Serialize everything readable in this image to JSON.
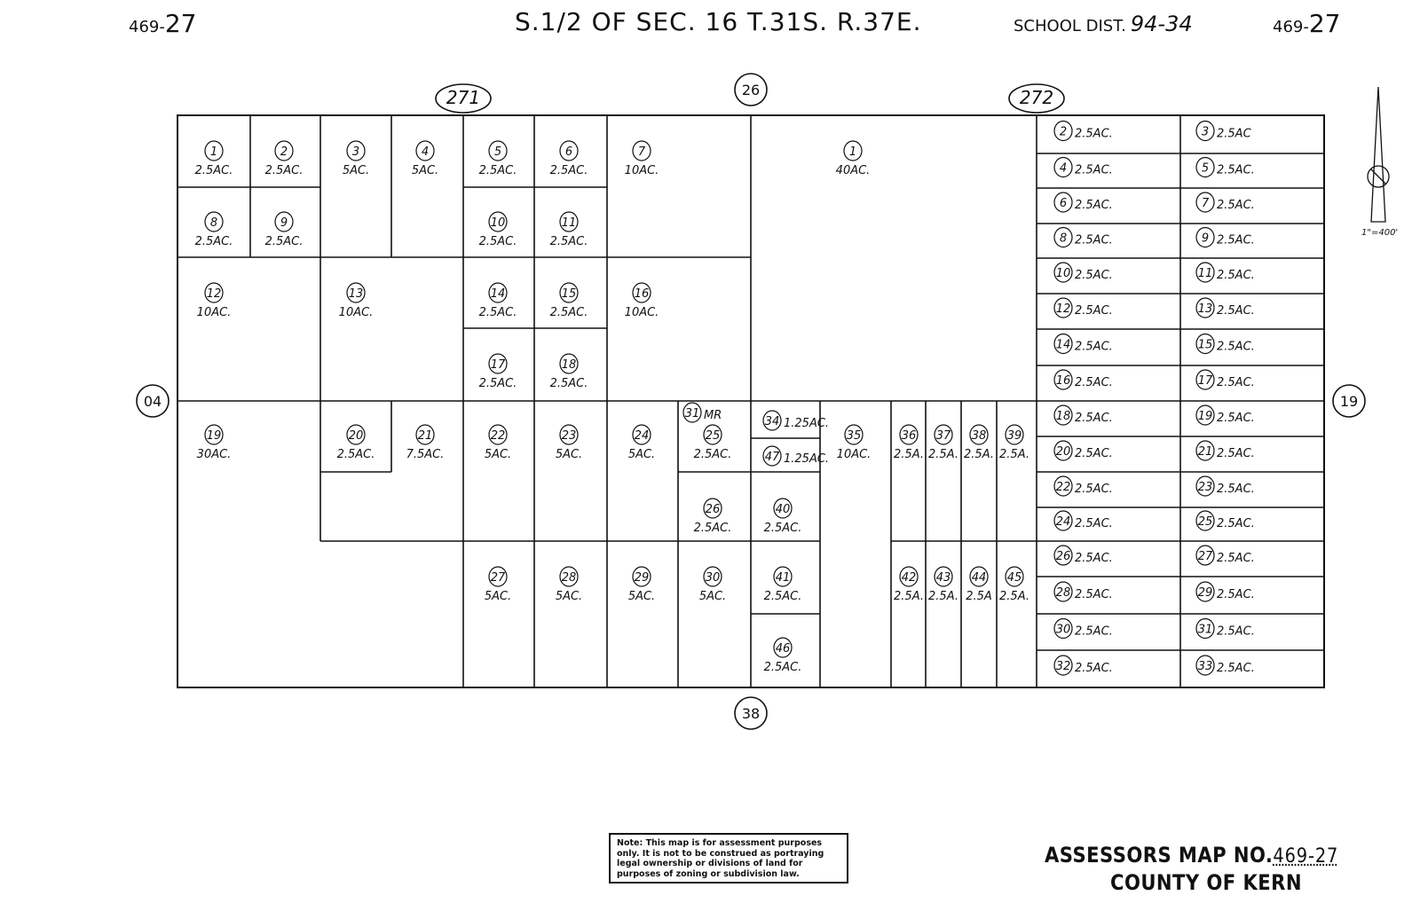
{
  "header": {
    "map_no_left_prefix": "469-",
    "map_no_left_num": "27",
    "section": "S.1/2 OF SEC. 16 T.31S. R.37E.",
    "school_dist_label": "SCHOOL DIST.",
    "school_dist_value": "94-34",
    "map_no_right_prefix": "469-",
    "map_no_right_num": "27"
  },
  "adjacent_maps": {
    "north_left": "271",
    "north_center": "26",
    "north_right": "272",
    "west": "04",
    "east": "19",
    "south": "38"
  },
  "scale": "1\"=400'",
  "note": "Note: This map is for assessment purposes only. It is not to be construed as portraying legal ownership or divisions of land for purposes of zoning or subdivision law.",
  "footer": {
    "assessors_label": "ASSESSORS MAP NO.",
    "assessors_value": "469-27",
    "county": "COUNTY OF KERN"
  },
  "parcels_271": [
    {
      "n": "1",
      "area": "2.5AC."
    },
    {
      "n": "2",
      "area": "2.5AC."
    },
    {
      "n": "3",
      "area": "5AC."
    },
    {
      "n": "4",
      "area": "5AC."
    },
    {
      "n": "5",
      "area": "2.5AC."
    },
    {
      "n": "6",
      "area": "2.5AC."
    },
    {
      "n": "7",
      "area": "10AC."
    },
    {
      "n": "8",
      "area": "2.5AC."
    },
    {
      "n": "9",
      "area": "2.5AC."
    },
    {
      "n": "10",
      "area": "2.5AC."
    },
    {
      "n": "11",
      "area": "2.5AC."
    },
    {
      "n": "12",
      "area": "10AC."
    },
    {
      "n": "13",
      "area": "10AC."
    },
    {
      "n": "14",
      "area": "2.5AC."
    },
    {
      "n": "15",
      "area": "2.5AC."
    },
    {
      "n": "16",
      "area": "10AC."
    },
    {
      "n": "17",
      "area": "2.5AC."
    },
    {
      "n": "18",
      "area": "2.5AC."
    },
    {
      "n": "19",
      "area": "30AC."
    },
    {
      "n": "20",
      "area": "2.5AC."
    },
    {
      "n": "21",
      "area": "7.5AC."
    },
    {
      "n": "22",
      "area": "5AC."
    },
    {
      "n": "23",
      "area": "5AC."
    },
    {
      "n": "24",
      "area": "5AC."
    },
    {
      "n": "25",
      "area": "2.5AC."
    },
    {
      "n": "26",
      "area": "2.5AC."
    },
    {
      "n": "27",
      "area": "5AC."
    },
    {
      "n": "28",
      "area": "5AC."
    },
    {
      "n": "29",
      "area": "5AC."
    },
    {
      "n": "30",
      "area": "5AC."
    },
    {
      "n": "31",
      "area": "MR"
    },
    {
      "n": "34",
      "area": "1.25AC."
    },
    {
      "n": "47",
      "area": "1.25AC."
    },
    {
      "n": "40",
      "area": "2.5AC."
    },
    {
      "n": "41",
      "area": "2.5AC."
    },
    {
      "n": "46",
      "area": "2.5AC."
    },
    {
      "n": "35",
      "area": "10AC."
    },
    {
      "n": "36",
      "area": "2.5A."
    },
    {
      "n": "37",
      "area": "2.5A."
    },
    {
      "n": "38",
      "area": "2.5A."
    },
    {
      "n": "39",
      "area": "2.5A."
    },
    {
      "n": "42",
      "area": "2.5A."
    },
    {
      "n": "43",
      "area": "2.5A."
    },
    {
      "n": "44",
      "area": "2.5A"
    },
    {
      "n": "45",
      "area": "2.5A."
    }
  ],
  "parcels_26": [
    {
      "n": "1",
      "area": "40AC."
    }
  ],
  "parcels_272": [
    {
      "n": "2",
      "area": "2.5AC."
    },
    {
      "n": "3",
      "area": "2.5AC"
    },
    {
      "n": "4",
      "area": "2.5AC."
    },
    {
      "n": "5",
      "area": "2.5AC."
    },
    {
      "n": "6",
      "area": "2.5AC."
    },
    {
      "n": "7",
      "area": "2.5AC."
    },
    {
      "n": "8",
      "area": "2.5AC."
    },
    {
      "n": "9",
      "area": "2.5AC."
    },
    {
      "n": "10",
      "area": "2.5AC."
    },
    {
      "n": "11",
      "area": "2.5AC."
    },
    {
      "n": "12",
      "area": "2.5AC."
    },
    {
      "n": "13",
      "area": "2.5AC."
    },
    {
      "n": "14",
      "area": "2.5AC."
    },
    {
      "n": "15",
      "area": "2.5AC."
    },
    {
      "n": "16",
      "area": "2.5AC."
    },
    {
      "n": "17",
      "area": "2.5AC."
    },
    {
      "n": "18",
      "area": "2.5AC."
    },
    {
      "n": "19",
      "area": "2.5AC."
    },
    {
      "n": "20",
      "area": "2.5AC."
    },
    {
      "n": "21",
      "area": "2.5AC."
    },
    {
      "n": "22",
      "area": "2.5AC."
    },
    {
      "n": "23",
      "area": "2.5AC."
    },
    {
      "n": "24",
      "area": "2.5AC."
    },
    {
      "n": "25",
      "area": "2.5AC."
    },
    {
      "n": "26",
      "area": "2.5AC."
    },
    {
      "n": "27",
      "area": "2.5AC."
    },
    {
      "n": "28",
      "area": "2.5AC."
    },
    {
      "n": "29",
      "area": "2.5AC."
    },
    {
      "n": "30",
      "area": "2.5AC."
    },
    {
      "n": "31",
      "area": "2.5AC."
    },
    {
      "n": "32",
      "area": "2.5AC."
    },
    {
      "n": "33",
      "area": "2.5AC."
    }
  ]
}
